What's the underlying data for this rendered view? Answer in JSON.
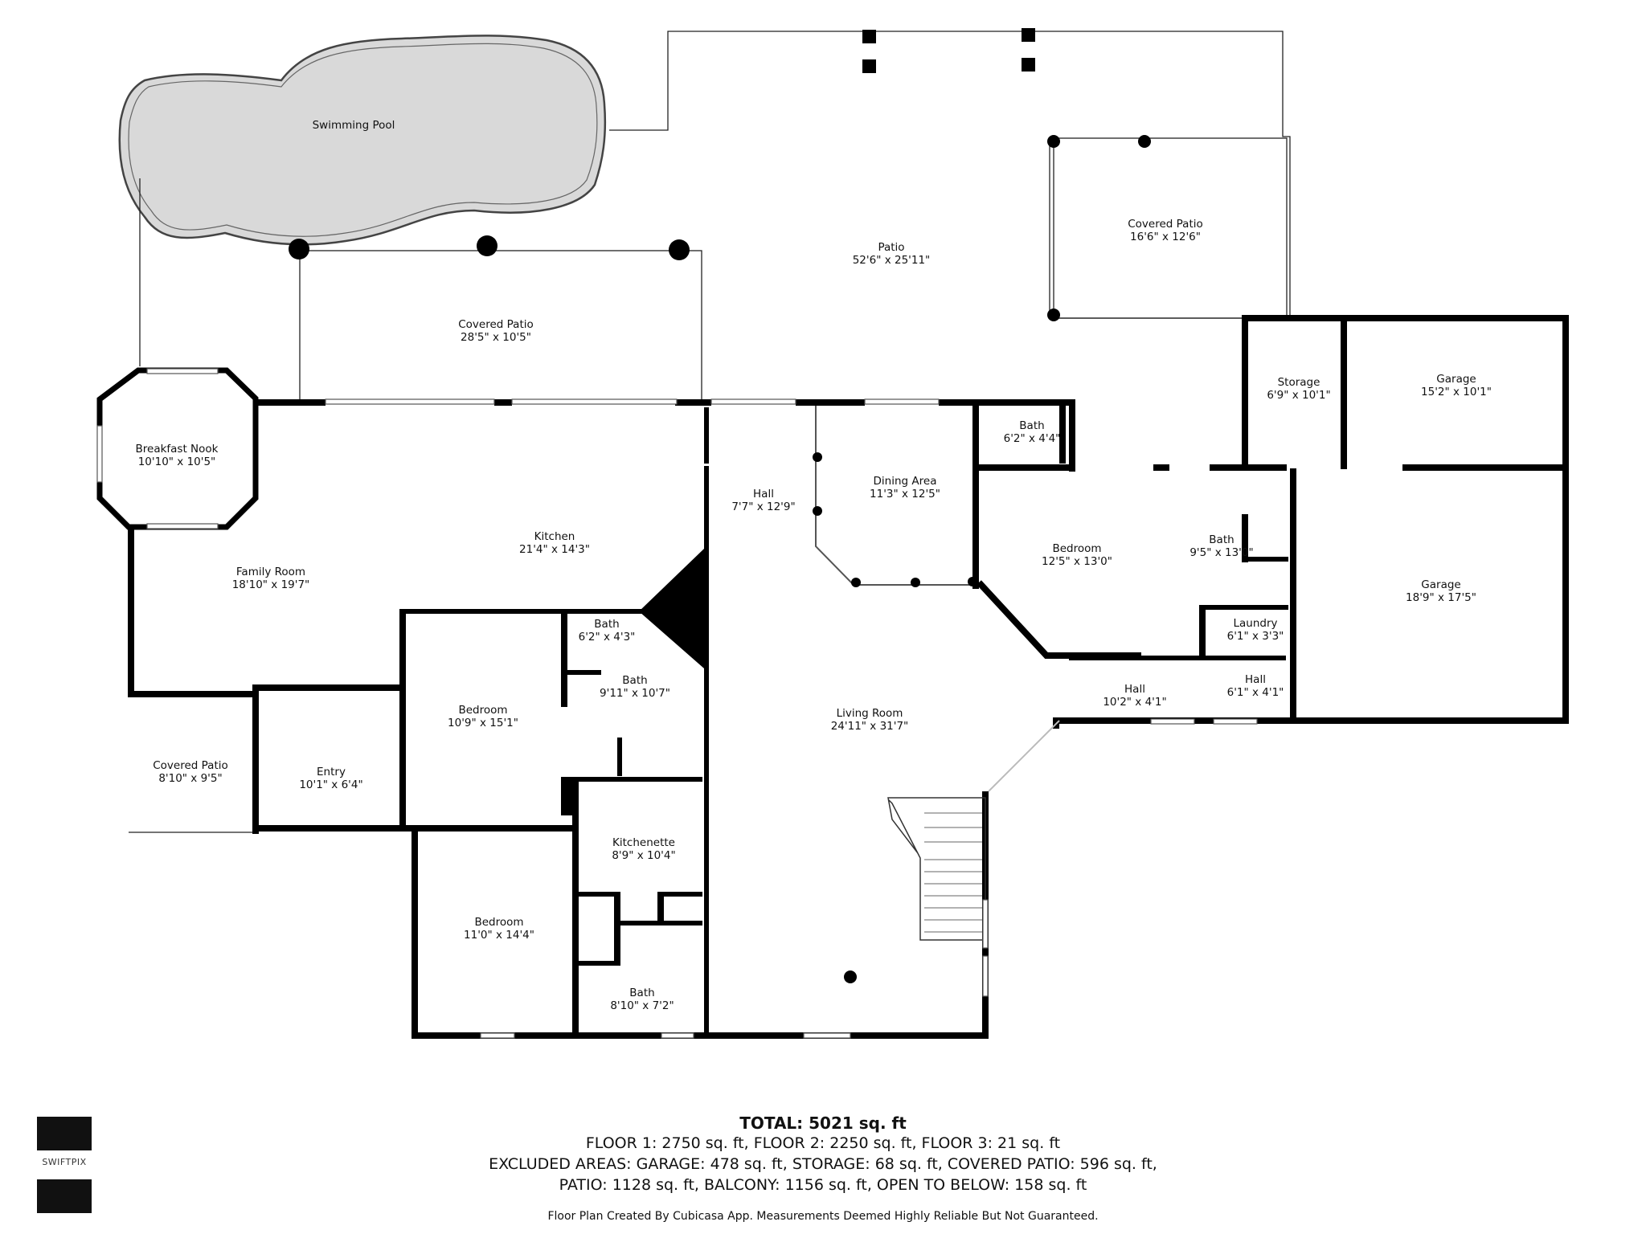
{
  "rooms": [
    {
      "id": "pool",
      "name": "Swimming Pool",
      "dim": ""
    },
    {
      "id": "patio-main",
      "name": "Patio",
      "dim": "52'6\" x 25'11\""
    },
    {
      "id": "covered-patio-right",
      "name": "Covered Patio",
      "dim": "16'6\" x 12'6\""
    },
    {
      "id": "covered-patio-top",
      "name": "Covered Patio",
      "dim": "28'5\" x 10'5\""
    },
    {
      "id": "storage",
      "name": "Storage",
      "dim": "6'9\" x 10'1\""
    },
    {
      "id": "garage-top",
      "name": "Garage",
      "dim": "15'2\" x 10'1\""
    },
    {
      "id": "breakfast-nook",
      "name": "Breakfast Nook",
      "dim": "10'10\" x 10'5\""
    },
    {
      "id": "hall-main",
      "name": "Hall",
      "dim": "7'7\" x 12'9\""
    },
    {
      "id": "dining",
      "name": "Dining Area",
      "dim": "11'3\" x 12'5\""
    },
    {
      "id": "bath-top",
      "name": "Bath",
      "dim": "6'2\" x 4'4\""
    },
    {
      "id": "kitchen",
      "name": "Kitchen",
      "dim": "21'4\" x 14'3\""
    },
    {
      "id": "family-room",
      "name": "Family Room",
      "dim": "18'10\" x 19'7\""
    },
    {
      "id": "bedroom-right",
      "name": "Bedroom",
      "dim": "12'5\" x 13'0\""
    },
    {
      "id": "bath-right",
      "name": "Bath",
      "dim": "9'5\" x 13'0\""
    },
    {
      "id": "garage-main",
      "name": "Garage",
      "dim": "18'9\" x 17'5\""
    },
    {
      "id": "laundry",
      "name": "Laundry",
      "dim": "6'1\" x 3'3\""
    },
    {
      "id": "bath-small",
      "name": "Bath",
      "dim": "6'2\" x 4'3\""
    },
    {
      "id": "bath-mid",
      "name": "Bath",
      "dim": "9'11\" x 10'7\""
    },
    {
      "id": "hall-right",
      "name": "Hall",
      "dim": "10'2\" x 4'1\""
    },
    {
      "id": "hall-small",
      "name": "Hall",
      "dim": "6'1\" x 4'1\""
    },
    {
      "id": "bedroom-mid",
      "name": "Bedroom",
      "dim": "10'9\" x 15'1\""
    },
    {
      "id": "living-room",
      "name": "Living Room",
      "dim": "24'11\" x 31'7\""
    },
    {
      "id": "covered-patio-left",
      "name": "Covered Patio",
      "dim": "8'10\" x 9'5\""
    },
    {
      "id": "entry",
      "name": "Entry",
      "dim": "10'1\" x 6'4\""
    },
    {
      "id": "kitchenette",
      "name": "Kitchenette",
      "dim": "8'9\" x 10'4\""
    },
    {
      "id": "bedroom-bottom",
      "name": "Bedroom",
      "dim": "11'0\" x 14'4\""
    },
    {
      "id": "bath-bottom",
      "name": "Bath",
      "dim": "8'10\" x 7'2\""
    }
  ],
  "summary": {
    "total": "TOTAL: 5021 sq. ft",
    "line1": "FLOOR 1: 2750 sq. ft, FLOOR 2: 2250 sq. ft, FLOOR 3: 21 sq. ft",
    "line2": "EXCLUDED AREAS: GARAGE: 478 sq. ft, STORAGE: 68 sq. ft, COVERED PATIO: 596 sq. ft,",
    "line3": "PATIO: 1128 sq. ft, BALCONY: 1156 sq. ft, OPEN TO BELOW: 158 sq. ft",
    "note": "Floor Plan Created By Cubicasa App. Measurements Deemed Highly Reliable But Not Guaranteed."
  },
  "logo": {
    "text": "SWIFTPIX"
  },
  "colors": {
    "wall": "#000000",
    "pool_fill": "#d9d9d9",
    "line": "#222222"
  }
}
